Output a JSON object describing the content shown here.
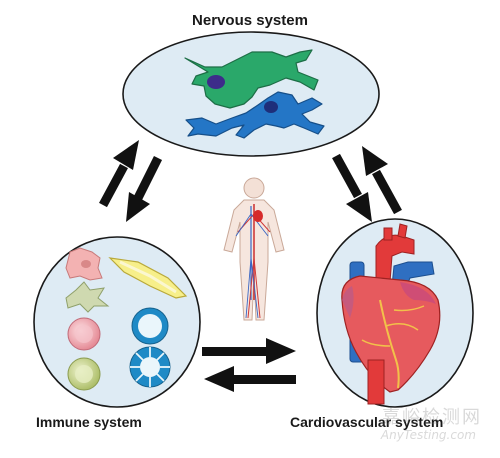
{
  "labels": {
    "nervous_system": "Nervous system",
    "immune_system": "Immune system",
    "cardiovascular_system": "Cardiovascular system"
  },
  "watermark": {
    "chinese_text": "嘉峪检测网",
    "english_text": "AnyTesting.com"
  },
  "colors": {
    "ellipse_fill": "#deebf4",
    "ellipse_stroke": "#1a1a1a",
    "arrow": "#111111",
    "neuron_green": "#2aa86a",
    "neuron_blue": "#2476c6",
    "heart_red": "#e23a3a",
    "heart_blue": "#2f6fc1"
  },
  "icons": [
    "neuron-green-icon",
    "neuron-blue-icon",
    "human-body-icon",
    "heart-icon",
    "immune-cell-icons"
  ]
}
